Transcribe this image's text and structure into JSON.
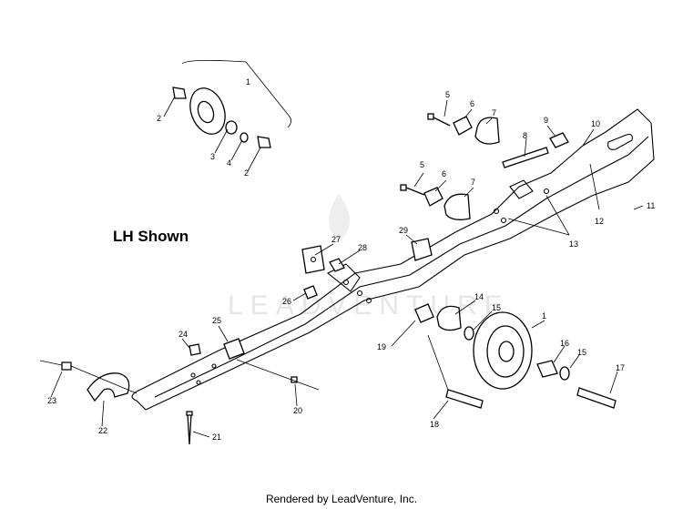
{
  "view_label": "LH Shown",
  "footer": "Rendered by LeadVenture, Inc.",
  "watermark": "LEADVENTURE",
  "callouts": [
    "1",
    "2",
    "2",
    "3",
    "4",
    "5",
    "6",
    "7",
    "8",
    "9",
    "10",
    "5",
    "6",
    "7",
    "11",
    "12",
    "13",
    "27",
    "28",
    "29",
    "26",
    "25",
    "24",
    "14",
    "15",
    "1",
    "19",
    "16",
    "15",
    "17",
    "23",
    "22",
    "21",
    "20",
    "18"
  ]
}
